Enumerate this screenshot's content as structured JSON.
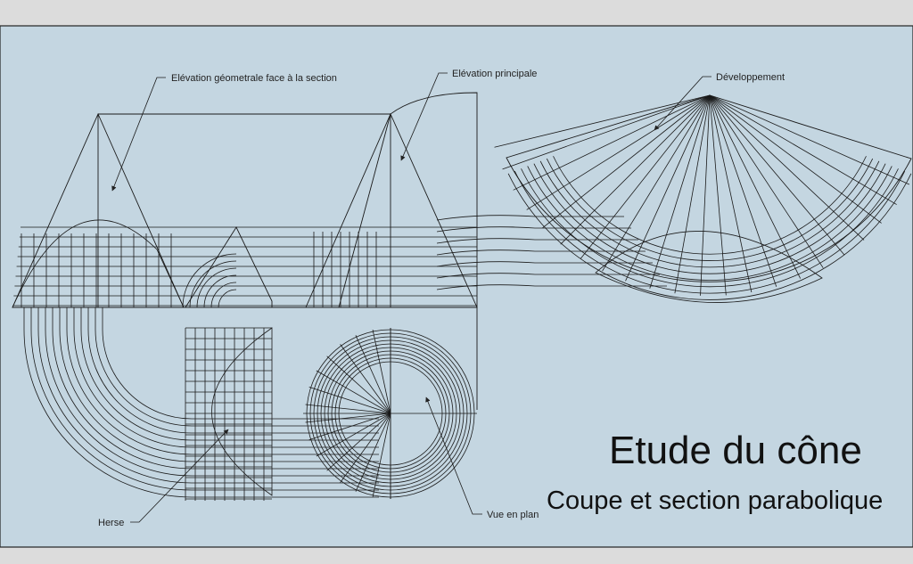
{
  "colors": {
    "page_bg": "#dcdcdc",
    "sheet_bg": "#c4d6e1",
    "cone_fill": "#ffffff",
    "section_fill": "#b9f5b5",
    "line": "#1a1a1a"
  },
  "labels": {
    "elevation_section": "Elévation géometrale face à la section",
    "elevation_principal": "Elévation principale",
    "developpement": "Développement",
    "herse": "Herse",
    "vue_en_plan": "Vue en plan"
  },
  "title": {
    "main": "Etude du cône",
    "sub": "Coupe et section parabolique"
  }
}
